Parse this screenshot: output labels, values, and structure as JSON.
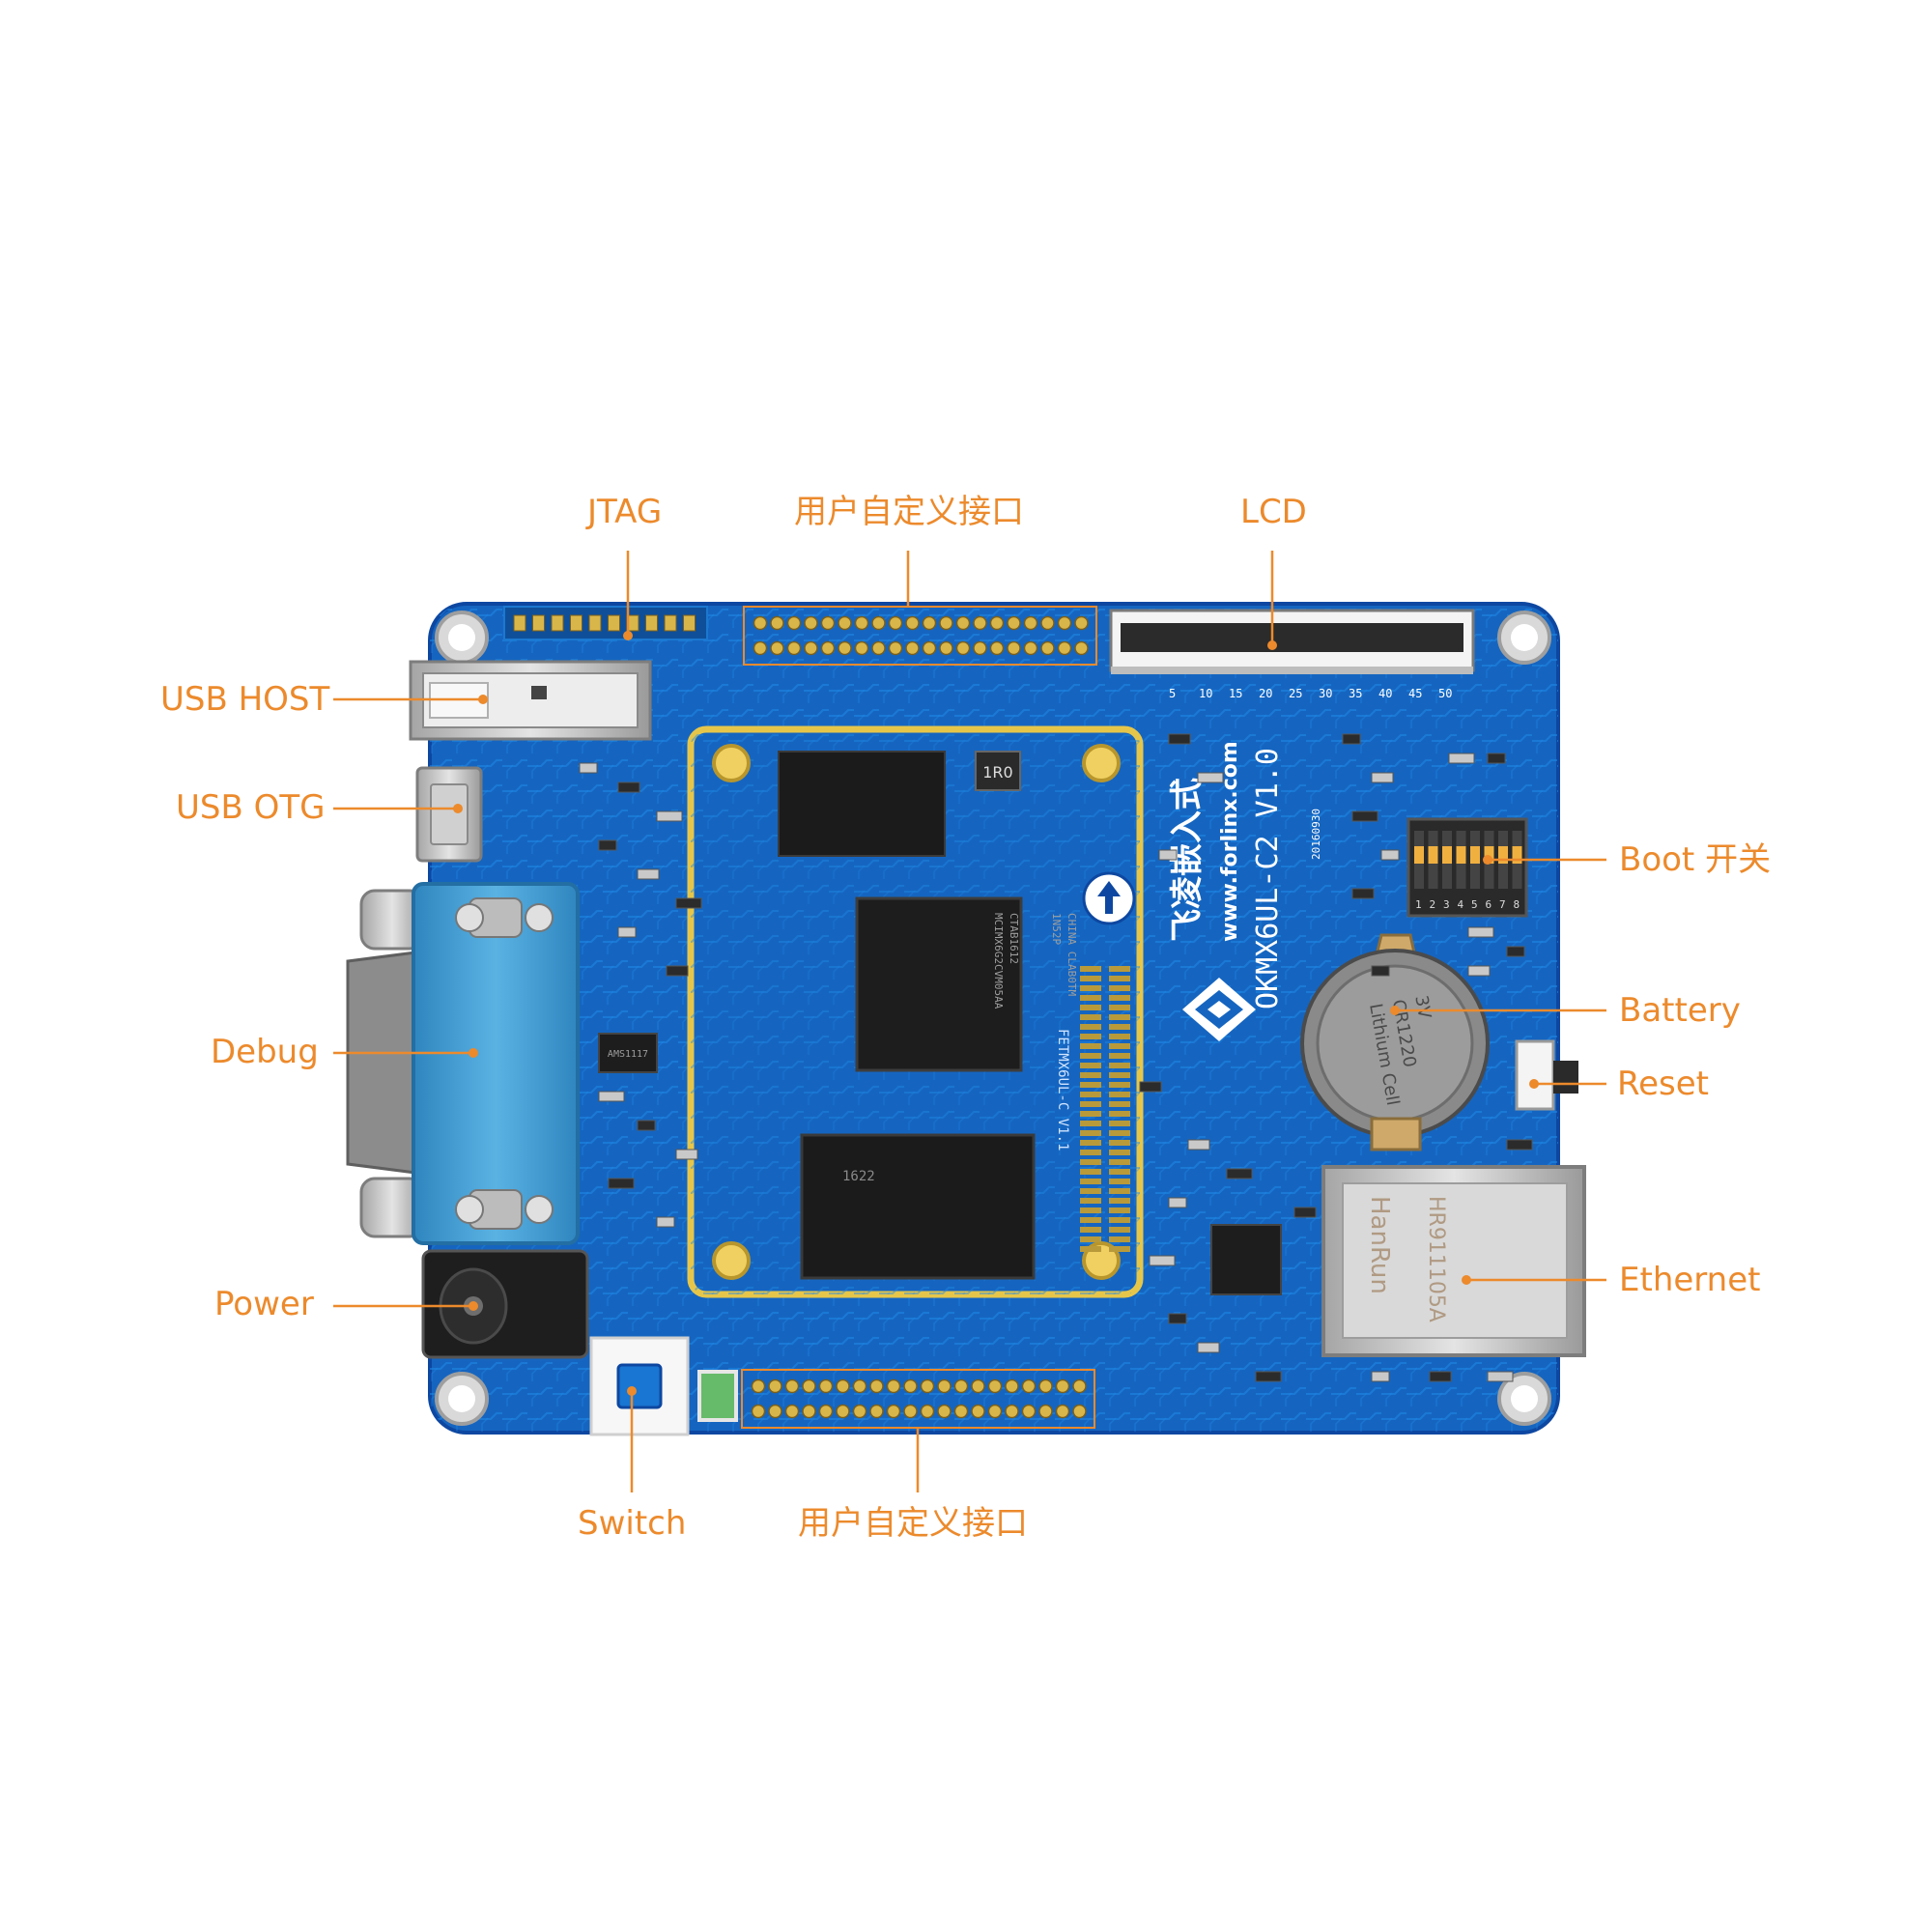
{
  "colors": {
    "callout": "#ec8a2c",
    "board": "#1565c0",
    "board_dark": "#0d47a1",
    "trace": "#1e88e5",
    "module_border": "#e6c64a",
    "chip": "#1c1c1c",
    "connector_blue": "#3d9ad1",
    "switch_blue": "#1976d2",
    "ethernet_metal": "#c9c9c9"
  },
  "callouts": {
    "jtag": "JTAG",
    "user_top": "用户自定义接口",
    "lcd": "LCD",
    "usb_host": "USB HOST",
    "usb_otg": "USB OTG",
    "debug": "Debug",
    "power": "Power",
    "switch": "Switch",
    "user_bottom": "用户自定义接口",
    "boot": "Boot 开关",
    "battery": "Battery",
    "reset": "Reset",
    "ethernet": "Ethernet"
  },
  "silkscreen": {
    "board_name": "OKMX6UL-C2 V1.0",
    "website": "www.forlinx.com",
    "brand_cn": "飞凌嵌入式",
    "module_name": "FETMX6UL-C V1.1",
    "cpu_line1": "MCIMX6G2CVM05AA",
    "cpu_line2": "CTAB1612",
    "cpu_line3": "1N52P",
    "cpu_line4": "CHINA CLAB0TM",
    "ram_line1": "1622",
    "inductor": "1R0",
    "battery_line1": "Lithium Cell",
    "battery_line2": "CR1220",
    "battery_line3": "3V",
    "ethernet_brand": "HanRun",
    "ethernet_model": "HR911105A",
    "regulator": "AMS1117",
    "date": "20160930",
    "lcd_pin_labels": [
      "5",
      "10",
      "15",
      "20",
      "25",
      "30",
      "35",
      "40",
      "45",
      "50"
    ],
    "dip_numbers": [
      "1",
      "2",
      "3",
      "4",
      "5",
      "6",
      "7",
      "8"
    ]
  }
}
